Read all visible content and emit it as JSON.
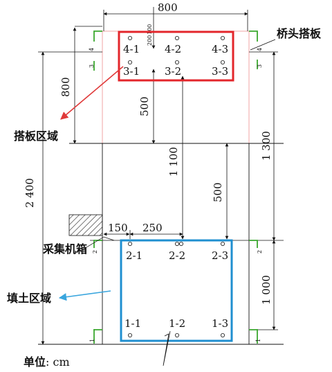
{
  "dimensions": {
    "top_width": "800",
    "left_total": "2 400",
    "left_approach": "800",
    "mid_500_upper": "500",
    "mid_1100": "1 100",
    "right_1300": "1 300",
    "mid_500_lower": "500",
    "right_1000": "1 000",
    "offset_150": "150",
    "offset_250": "250",
    "tiny_200": "200",
    "tiny_100": "100"
  },
  "labels": {
    "bridge_slab": "桥头搭板",
    "slab_zone": "搭板区域",
    "fill_zone": "填土区域",
    "collection_box": "采集机箱",
    "unit_prefix": "单位",
    "unit_suffix": ": cm"
  },
  "section_marks": {
    "s4_left_a": "4",
    "s4_left_b": "3",
    "s4_right_a": "4",
    "s4_right_b": "3",
    "s2_left": "2",
    "s2_right": "2",
    "s1_left": "1",
    "s1_right": "1"
  },
  "points": {
    "p4_1": "4-1",
    "p4_2": "4-2",
    "p4_3": "4-3",
    "p3_1": "3-1",
    "p3_2": "3-2",
    "p3_3": "3-3",
    "p2_1": "2-1",
    "p2_2": "2-2",
    "p2_3": "2-3",
    "p1_1": "1-1",
    "p1_2": "1-2",
    "p1_3": "1-3"
  },
  "colors": {
    "slab_box": "#e3262b",
    "fill_box": "#1f8fd0",
    "arrow_red": "#e03a3a",
    "arrow_blue": "#3aa6de",
    "section_green": "#3aa82e",
    "slab_outline": "#f2a5a5",
    "line": "#111111"
  }
}
